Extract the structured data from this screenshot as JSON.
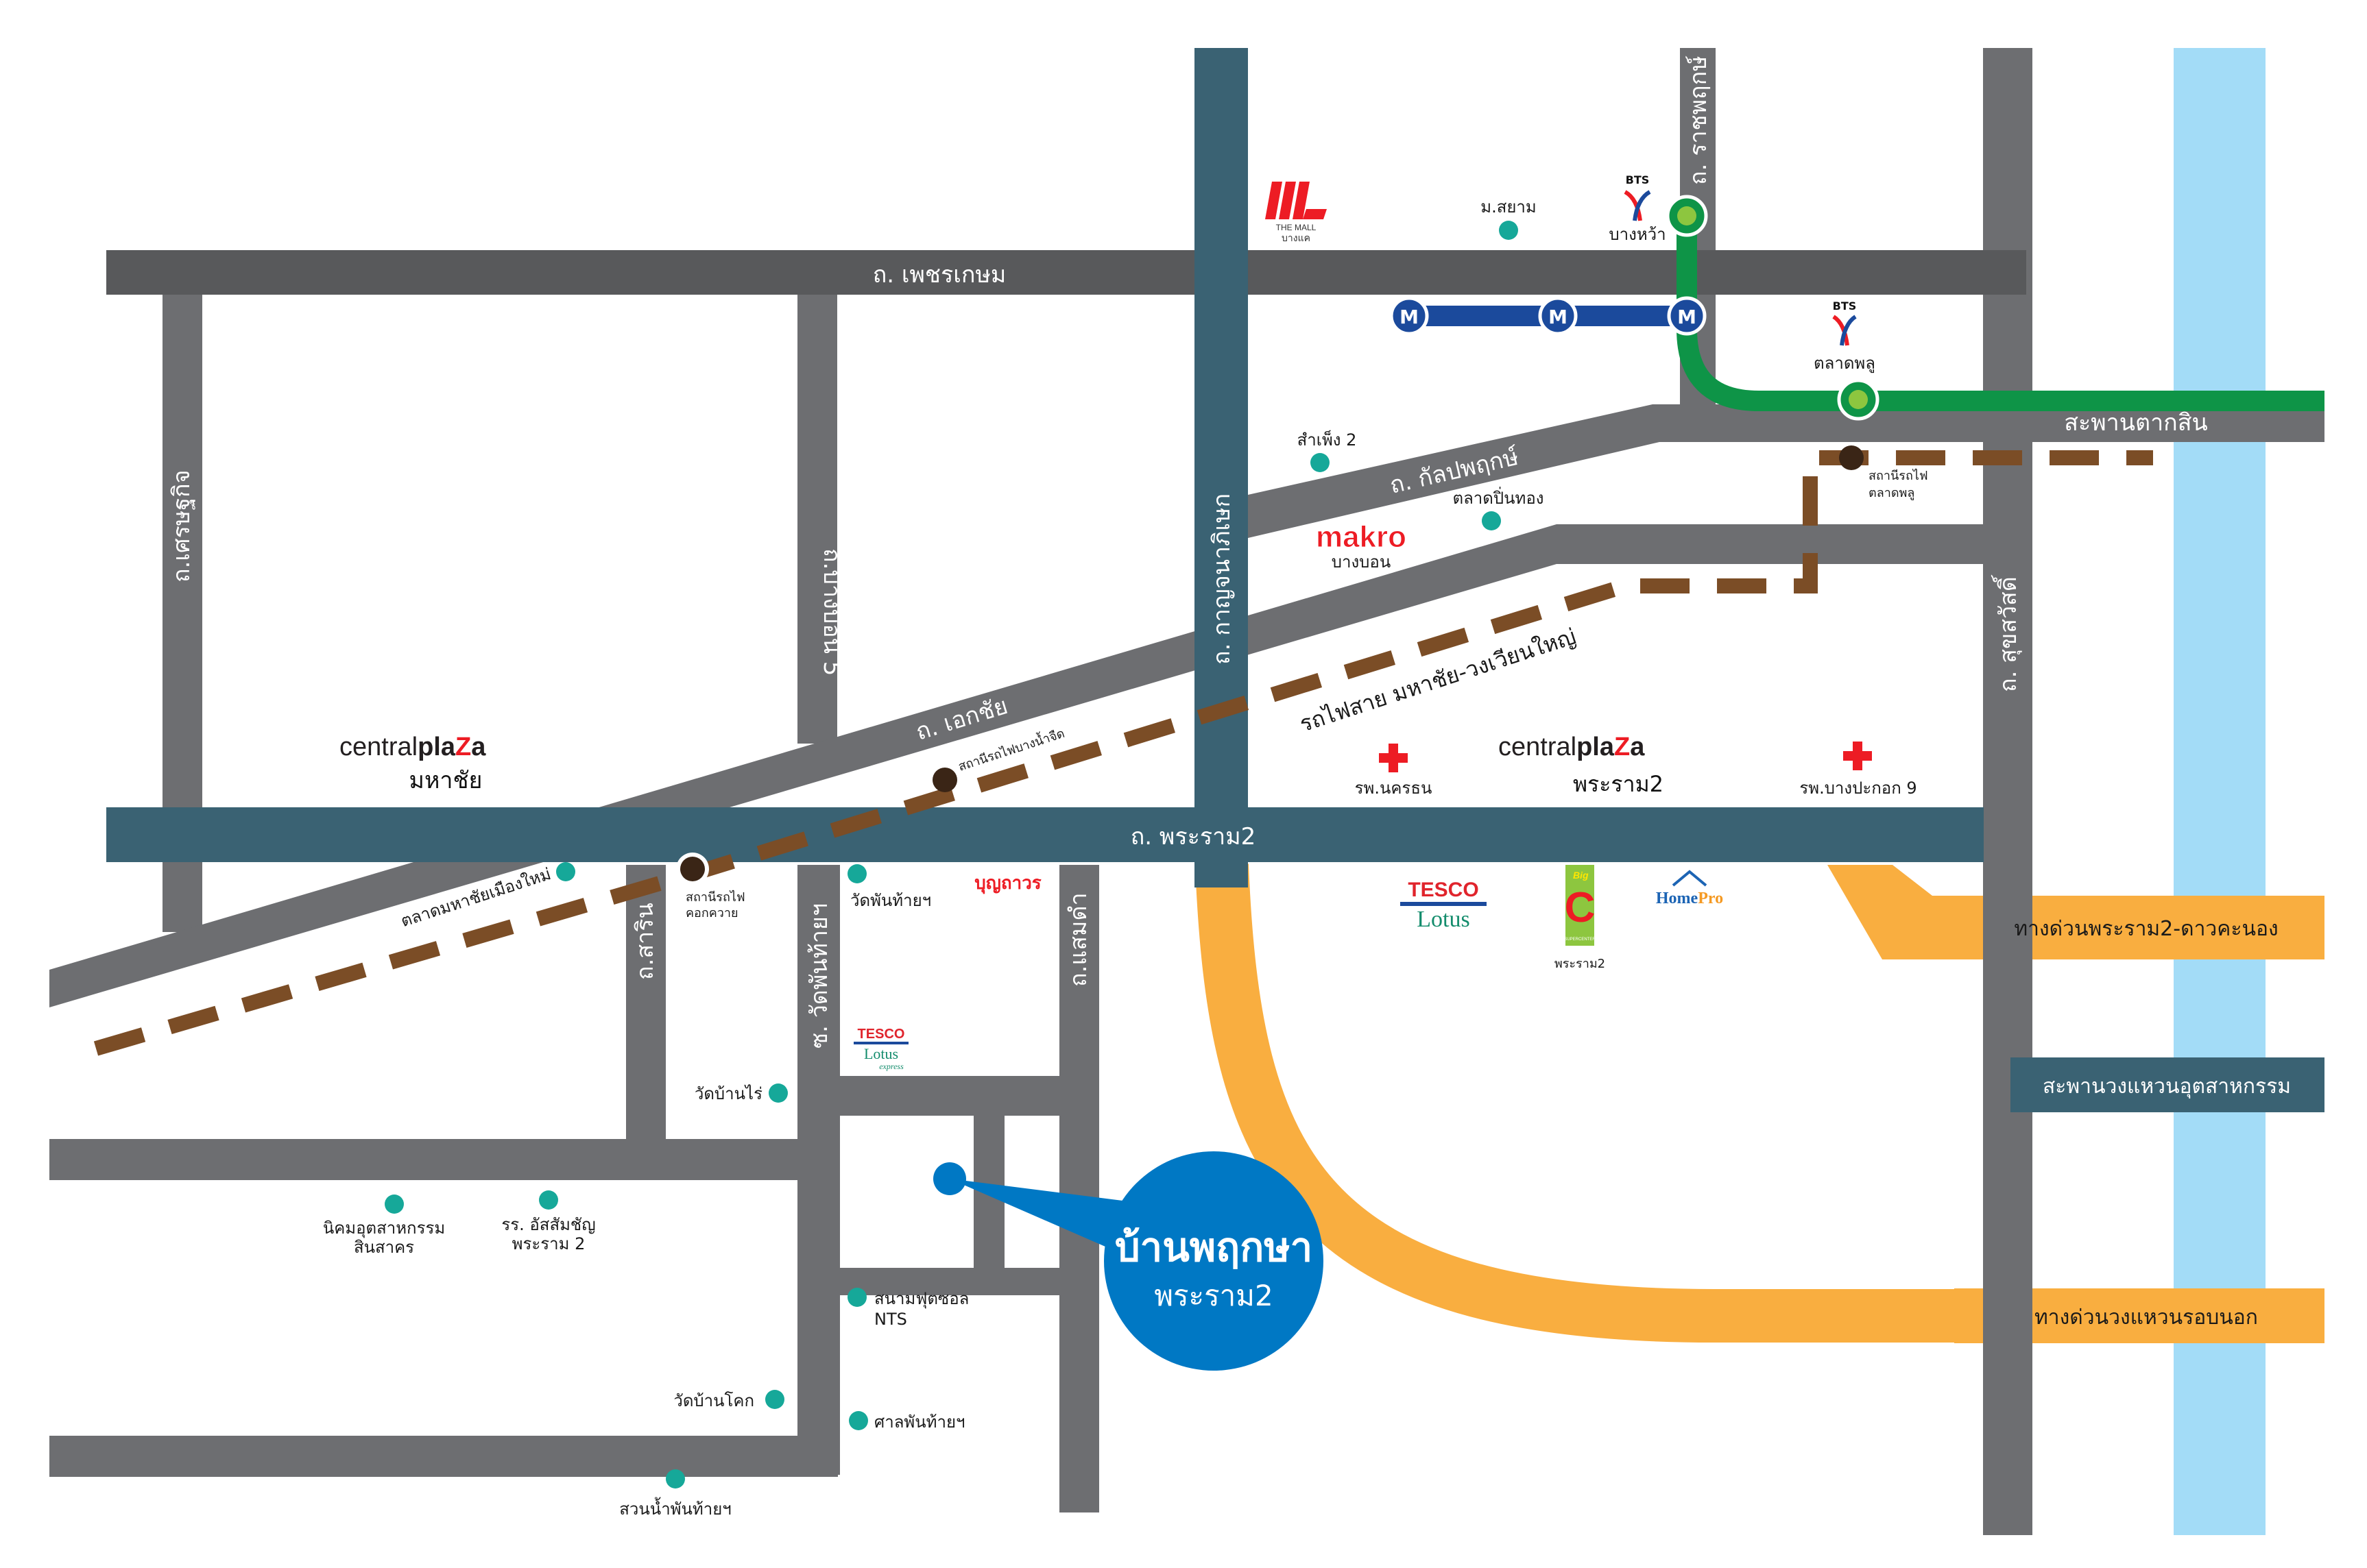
{
  "map": {
    "title": "บ้านพฤกษา พระราม2 location map",
    "colors": {
      "road": "#6d6e71",
      "road_dark": "#58595b",
      "main_road": "#3a6273",
      "expressway": "#f9ae40",
      "river": "#a3dcf7",
      "bts_line": "#0e9447",
      "bts_station_inner": "#8dc63f",
      "mrt_line": "#1b4a9c",
      "railway": "#7b4d26",
      "railway_station": "#3a2516",
      "poi_dot": "#16a899",
      "hospital": "#ed1c24",
      "project": "#0078c4"
    },
    "project": {
      "name": "บ้านพฤกษา",
      "subtitle": "พระราม2"
    },
    "roads": {
      "phetkasem": "ถ. เพชรเกษม",
      "rama2": "ถ. พระราม2",
      "ekachai": "ถ. เอกชัย",
      "kanlapaphruek": "ถ. กัลปพฤกษ์",
      "kanchanaphisek": "ถ. กาญจนาภิเษก",
      "ratchaphruek": "ถ. ราชพฤกษ์",
      "suksawat": "ถ. สุขสวัสดิ์",
      "setthakit": "ถ.เศรษฐกิจ",
      "bangbon5": "ถ.บางบอน 5",
      "sarin": "ถ.สาริน",
      "wat_phanthaiyai": "ซ. วัดพันท้ายฯ",
      "saen_dam": "ถ.แสมดำ",
      "taksin_bridge": "สะพานตากสิน"
    },
    "highway_labels": {
      "rama2_dao_khanong": "ทางด่วนพระราม2-ดาวคะนอง",
      "industrial_ring_bridge": "สะพานวงแหวนอุตสาหกรรม",
      "outer_ring": "ทางด่วนวงแหวนรอบนอก"
    },
    "railway": {
      "line_name": "รถไฟสาย มหาชัย-วงเวียนใหญ่",
      "stations": [
        {
          "name_line1": "สถานีรถไฟ",
          "name_line2": "ตลาดพลู"
        },
        {
          "name_line1": "สถานีรถไฟบางน้ำจืด",
          "name_line2": ""
        },
        {
          "name_line1": "สถานีรถไฟ",
          "name_line2": "คอกควาย"
        }
      ]
    },
    "transit": {
      "bts_logo_text": "BTS",
      "bts_stations": [
        "บางหว้า",
        "ตลาดพลู"
      ],
      "mrt_symbol": "M",
      "mrt_station_count": 3
    },
    "brands": {
      "the_mall": {
        "name": "THE MALL",
        "branch": "บางแค"
      },
      "makro": {
        "name": "makro",
        "branch": "บางบอน"
      },
      "central_plaza_mahachai": {
        "name_light": "central",
        "name_bold": "pla",
        "name_z": "Z",
        "name_end": "a",
        "branch": "มหาชัย"
      },
      "central_plaza_rama2": {
        "name_light": "central",
        "name_bold": "pla",
        "name_z": "Z",
        "name_end": "a",
        "branch": "พระราม2"
      },
      "tesco_lotus": {
        "line1": "TESCO",
        "line2": "Lotus"
      },
      "tesco_lotus_express": {
        "line1": "TESCO",
        "line2": "Lotus",
        "line3": "express"
      },
      "big_c": {
        "line1": "Big",
        "line2": "C",
        "line3": "SUPERCENTER",
        "branch": "พระราม2"
      },
      "homepro": {
        "part1": "Home",
        "part2": "Pro"
      },
      "boonthavorn": {
        "name": "บุญถาวร"
      }
    },
    "hospitals": [
      {
        "name": "รพ.นครธน"
      },
      {
        "name": "รพ.บางปะกอก 9"
      }
    ],
    "pois": [
      {
        "name": "ม.สยาม"
      },
      {
        "name": "สำเพ็ง 2"
      },
      {
        "name": "ตลาดปิ่นทอง"
      },
      {
        "name": "ตลาดมหาชัยเมืองใหม่"
      },
      {
        "name": "วัดพันท้ายฯ"
      },
      {
        "name": "วัดบ้านไร่"
      },
      {
        "name": "นิคมอุตสาหกรรม",
        "line2": "สินสาคร"
      },
      {
        "name": "รร. อัสสัมชัญ",
        "line2": "พระราม 2"
      },
      {
        "name": "สนามฟุตซอล",
        "line2": "NTS"
      },
      {
        "name": "วัดบ้านโคก"
      },
      {
        "name": "ศาลพันท้ายฯ"
      },
      {
        "name": "สวนน้ำพันท้ายฯ"
      }
    ]
  }
}
